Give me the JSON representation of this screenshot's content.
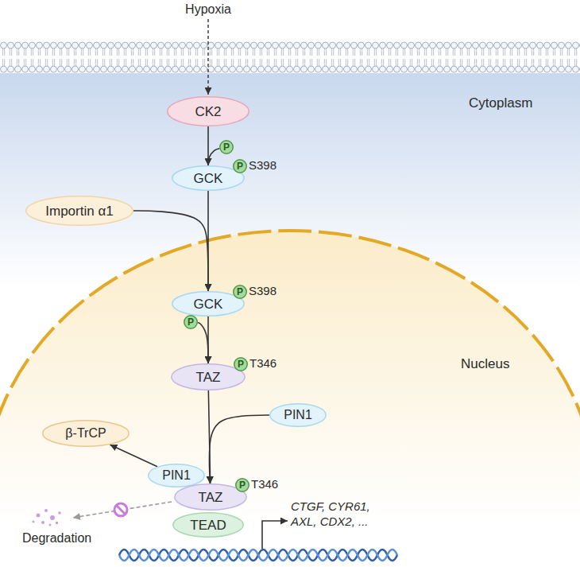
{
  "diagram": {
    "nodes": [
      {
        "text": [
          "CK2"
        ]
      },
      {
        "text": [
          "P"
        ]
      },
      {
        "text": [
          "GCK"
        ]
      },
      {
        "text": [
          "P"
        ]
      },
      {
        "text": [
          "Importin α1"
        ]
      },
      {
        "text": [
          "GCK"
        ]
      },
      {
        "text": [
          "P"
        ]
      },
      {
        "text": [
          "P"
        ]
      },
      {
        "text": [
          "TAZ"
        ]
      },
      {
        "text": [
          "P"
        ]
      },
      {
        "text": [
          "PIN1"
        ]
      },
      {
        "text": [
          "β-TrCP"
        ]
      },
      {
        "text": [
          "PIN1"
        ]
      },
      {
        "text": [
          "TAZ"
        ]
      },
      {
        "text": [
          "P"
        ]
      },
      {
        "text": [
          "TEAD"
        ]
      }
    ],
    "edges": [
      {
        "from": 0,
        "to": 2,
        "arrow": "to"
      },
      {
        "from": 1,
        "to": 2,
        "arrow": "to"
      },
      {
        "from": 2,
        "to": 5,
        "arrow": "to"
      },
      {
        "from": 4,
        "to": 5,
        "arrow": "to"
      },
      {
        "from": 5,
        "to": 8,
        "arrow": "to"
      },
      {
        "from": 7,
        "to": 8,
        "arrow": "to"
      },
      {
        "from": 8,
        "to": 13,
        "arrow": "to"
      },
      {
        "from": 10,
        "to": 13,
        "arrow": "to"
      },
      {
        "from": 12,
        "to": 11,
        "arrow": "to"
      }
    ],
    "labels": [
      "Hypoxia",
      "Cytoplasm",
      "Nucleus",
      "S398",
      "S398",
      "T346",
      "T346",
      "Degradation",
      "CTGF, CYR61, AXL, CDX2, ..."
    ]
  }
}
